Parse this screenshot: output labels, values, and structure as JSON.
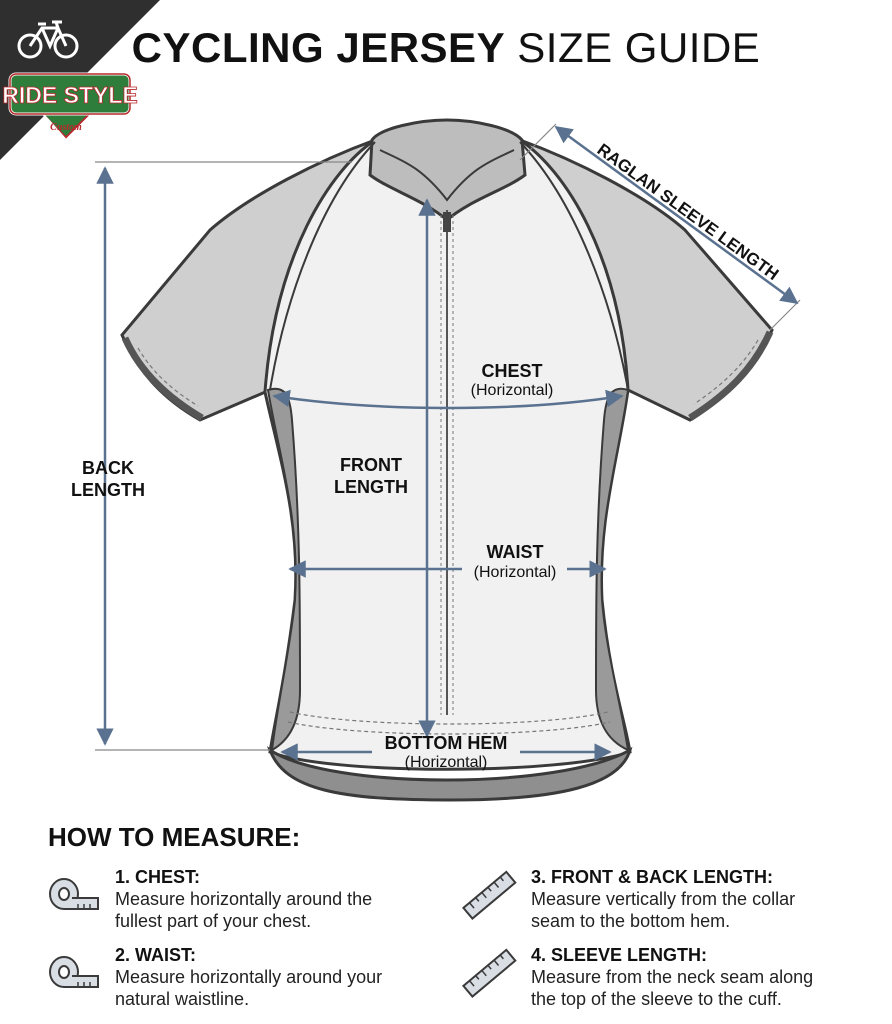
{
  "brand": {
    "line1": "RIDE STYLE",
    "line2": "Custom"
  },
  "title": {
    "bold": "CYCLING JERSEY",
    "light": "SIZE GUIDE"
  },
  "labels": {
    "raglan": "RAGLAN SLEEVE LENGTH",
    "chest": "CHEST",
    "chest_sub": "(Horizontal)",
    "front1": "FRONT",
    "front2": "LENGTH",
    "back1": "BACK",
    "back2": "LENGTH",
    "waist": "WAIST",
    "waist_sub": "(Horizontal)",
    "hem": "BOTTOM HEM",
    "hem_sub": "(Horizontal)"
  },
  "how": {
    "title": "HOW TO MEASURE:",
    "items": [
      {
        "icon": "measuring-tape-icon",
        "title": "1. CHEST:",
        "line1": "Measure horizontally around the",
        "line2": "fullest part of your chest."
      },
      {
        "icon": "measuring-tape-icon",
        "title": "2. WAIST:",
        "line1": "Measure horizontally around your",
        "line2": "natural waistline."
      },
      {
        "icon": "ruler-icon",
        "title": "3. FRONT & BACK LENGTH:",
        "line1": "Measure vertically from the collar",
        "line2": "seam to the bottom hem."
      },
      {
        "icon": "ruler-icon",
        "title": "4. SLEEVE LENGTH:",
        "line1": "Measure from the neck seam along",
        "line2": "the top of the sleeve to the cuff."
      }
    ]
  },
  "colors": {
    "arrow": "#5a7290",
    "body": "#f1f1f1",
    "panel": "#9a9a9a",
    "sleeve": "#cfcfcf",
    "outline": "#3a3a3a",
    "corner": "#2f2f2f"
  }
}
